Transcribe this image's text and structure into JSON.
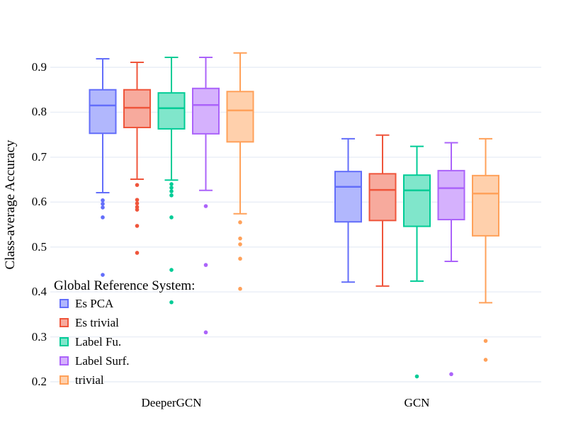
{
  "chart_data": {
    "type": "box",
    "title": "",
    "xlabel": "",
    "ylabel": "Class-average Accuracy",
    "legend_title": "Global Reference System:",
    "legend_position": "inside bottom-left",
    "grid": true,
    "grid_color": "#E9EEF6",
    "background_color": "#FFFFFF",
    "text_color": "#000000",
    "yticks": [
      0.9,
      0.8,
      0.7,
      0.6,
      0.5,
      0.4,
      0.3,
      0.2
    ],
    "ylim": [
      0.15,
      1.05
    ],
    "groups": [
      "DeeperGCN",
      "GCN"
    ],
    "series": [
      {
        "name": "Es PCA",
        "color": "#636EFA",
        "fill": "#B1B7FD",
        "boxes": [
          {
            "group": "DeeperGCN",
            "low": 0.621,
            "q1": 0.753,
            "median": 0.815,
            "q3": 0.85,
            "high": 0.919,
            "outliers": [
              0.604,
              0.596,
              0.588,
              0.566,
              0.438
            ]
          },
          {
            "group": "GCN",
            "low": 0.422,
            "q1": 0.556,
            "median": 0.634,
            "q3": 0.668,
            "high": 0.741,
            "outliers": []
          }
        ]
      },
      {
        "name": "Es trivial",
        "color": "#EF553B",
        "fill": "#F7AA9D",
        "boxes": [
          {
            "group": "DeeperGCN",
            "low": 0.651,
            "q1": 0.766,
            "median": 0.81,
            "q3": 0.85,
            "high": 0.911,
            "outliers": [
              0.638,
              0.605,
              0.597,
              0.589,
              0.583,
              0.547,
              0.487
            ]
          },
          {
            "group": "GCN",
            "low": 0.413,
            "q1": 0.559,
            "median": 0.627,
            "q3": 0.663,
            "high": 0.749,
            "outliers": []
          }
        ]
      },
      {
        "name": "Label Fu.",
        "color": "#00CC96",
        "fill": "#80E6CB",
        "boxes": [
          {
            "group": "DeeperGCN",
            "low": 0.649,
            "q1": 0.763,
            "median": 0.809,
            "q3": 0.843,
            "high": 0.922,
            "outliers": [
              0.64,
              0.632,
              0.624,
              0.615,
              0.566,
              0.449,
              0.377
            ]
          },
          {
            "group": "GCN",
            "low": 0.424,
            "q1": 0.546,
            "median": 0.626,
            "q3": 0.66,
            "high": 0.724,
            "outliers": [
              0.212
            ]
          }
        ]
      },
      {
        "name": "Label Surf.",
        "color": "#AB63FA",
        "fill": "#D5B1FD",
        "boxes": [
          {
            "group": "DeeperGCN",
            "low": 0.626,
            "q1": 0.752,
            "median": 0.816,
            "q3": 0.853,
            "high": 0.922,
            "outliers": [
              0.591,
              0.46,
              0.31
            ]
          },
          {
            "group": "GCN",
            "low": 0.468,
            "q1": 0.561,
            "median": 0.631,
            "q3": 0.67,
            "high": 0.732,
            "outliers": [
              0.217
            ]
          }
        ]
      },
      {
        "name": "trivial",
        "color": "#FFA15A",
        "fill": "#FFD0AC",
        "boxes": [
          {
            "group": "DeeperGCN",
            "low": 0.574,
            "q1": 0.734,
            "median": 0.804,
            "q3": 0.846,
            "high": 0.932,
            "outliers": [
              0.555,
              0.519,
              0.506,
              0.474,
              0.407
            ]
          },
          {
            "group": "GCN",
            "low": 0.376,
            "q1": 0.525,
            "median": 0.619,
            "q3": 0.659,
            "high": 0.741,
            "outliers": [
              0.291,
              0.249
            ]
          }
        ]
      }
    ]
  }
}
